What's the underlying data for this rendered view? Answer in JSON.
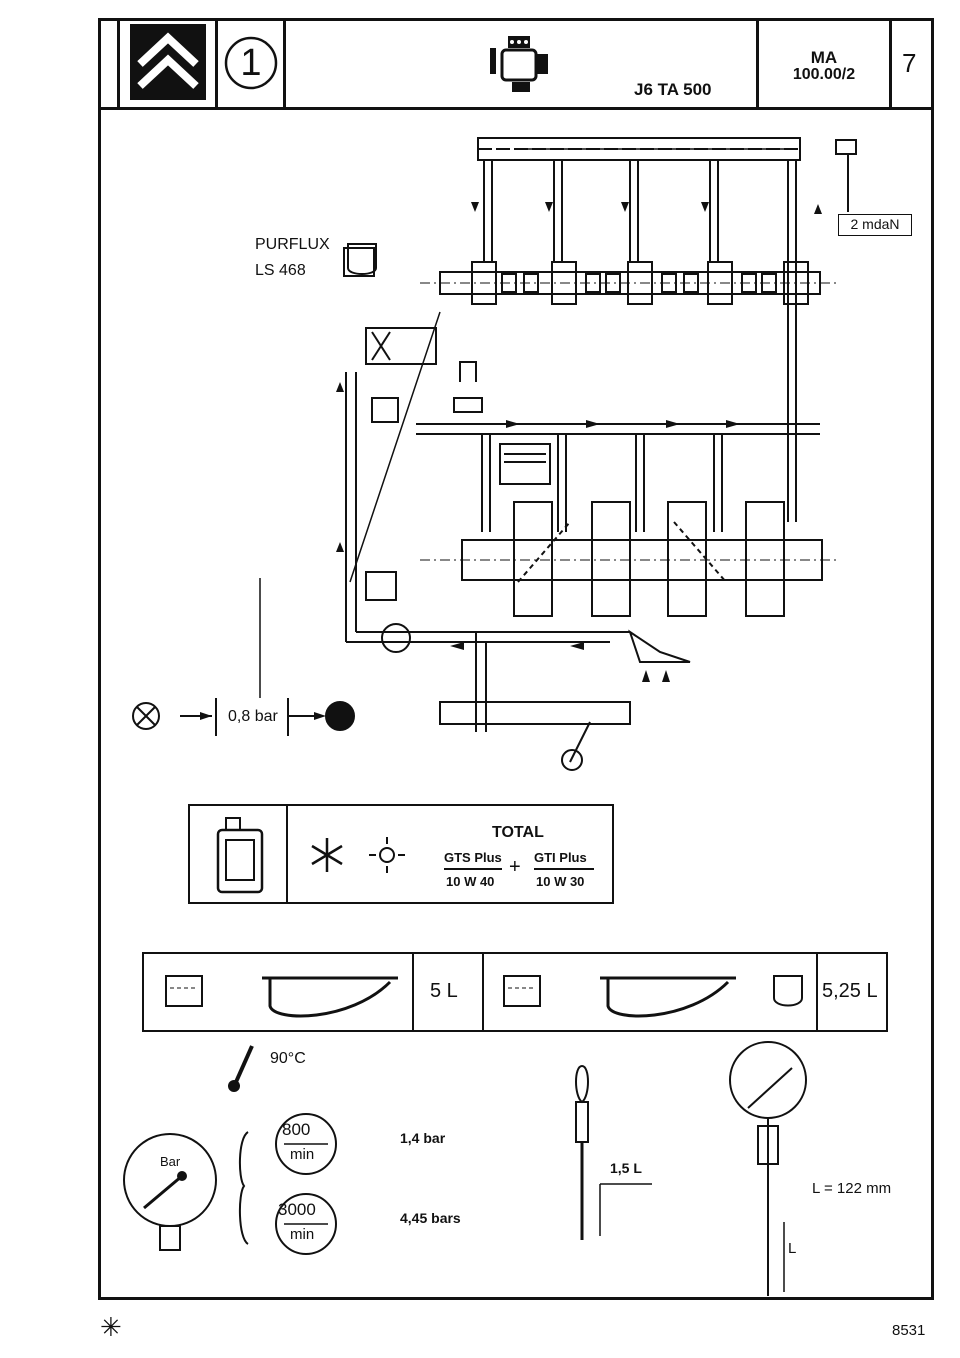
{
  "header": {
    "section_number": "1",
    "engine_code": "J6 TA 500",
    "doc_ref_line1": "MA",
    "doc_ref_line2": "100.00/2",
    "page_number": "7"
  },
  "diagram": {
    "filter_brand": "PURFLUX",
    "filter_ref": "LS 468",
    "torque_value": "2 mdaN",
    "pressure_switch": "0,8 bar"
  },
  "oil_spec": {
    "brand": "TOTAL",
    "grade1_name": "GTS Plus",
    "grade1_visc": "10 W 40",
    "plus_sign": "+",
    "grade2_name": "GTI Plus",
    "grade2_visc": "10 W 30"
  },
  "capacity": {
    "without_filter": "5 L",
    "with_filter": "5,25 L"
  },
  "pressure_check": {
    "temperature": "90°C",
    "gauge_label": "Bar",
    "rpm1": "800",
    "rpm2": "3000",
    "rpm_unit": "min",
    "pressure1": "1,4 bar",
    "pressure2": "4,45 bars"
  },
  "dipstick": {
    "min_max": "1,5 L",
    "length_label": "L = 122 mm",
    "length_symbol": "L"
  },
  "footer": {
    "asterisk": "✳",
    "figure_number": "8531"
  },
  "icons": [
    "citroen-logo",
    "engine-icon",
    "oil-can-icon",
    "snowflake-icon",
    "sun-icon",
    "oil-pan-icon",
    "oil-filter-icon",
    "thermometer-icon",
    "pressure-gauge-icon",
    "dipstick-icon",
    "warning-lamp-icon"
  ]
}
